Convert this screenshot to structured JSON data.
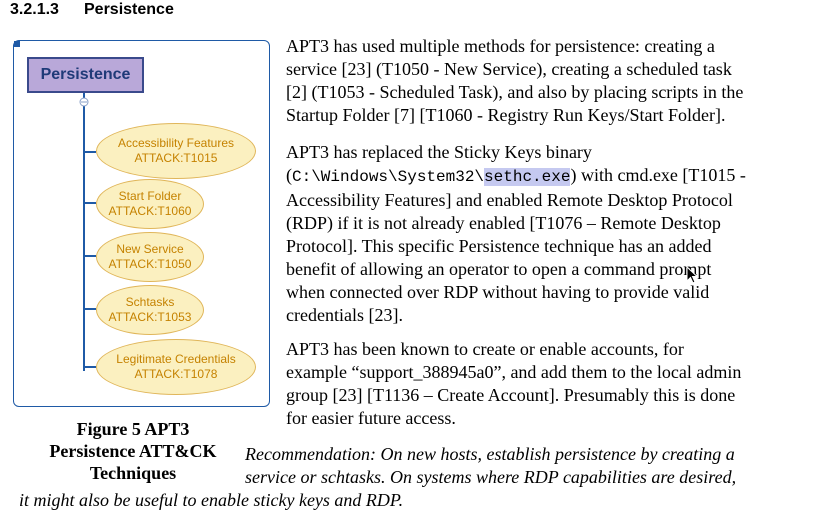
{
  "heading": {
    "number": "3.2.1.3",
    "title": "Persistence"
  },
  "diagram": {
    "root": "Persistence",
    "nodes": [
      {
        "name": "Accessibility Features",
        "id": "ATTACK:T1015"
      },
      {
        "name": "Start Folder",
        "id": "ATTACK:T1060"
      },
      {
        "name": "New Service",
        "id": "ATTACK:T1050"
      },
      {
        "name": "Schtasks",
        "id": "ATTACK:T1053"
      },
      {
        "name": "Legitimate Credentials",
        "id": "ATTACK:T1078"
      }
    ],
    "colors": {
      "root_fill": "#b9a8d9",
      "node_fill": "#fbf0c0",
      "node_text": "#c58200",
      "connector": "#1f5aa6"
    }
  },
  "caption": {
    "line1": "Figure 5 APT3",
    "line2": "Persistence ATT&CK",
    "line3": "Techniques"
  },
  "paragraphs": {
    "p1": [
      "APT3 has used multiple methods for persistence: creating a",
      "service [23] (T1050 - New Service), creating a scheduled task",
      "[2] (T1053 - Scheduled Task), and also by placing scripts in the",
      "Startup Folder [7] [T1060 - Registry Run Keys/Start Folder]."
    ],
    "p2": {
      "line1": "APT3 has replaced the Sticky Keys binary",
      "line2_open": "(",
      "line2_path": "C:\\Windows\\System32\\",
      "line2_exe": "sethc.exe",
      "line2_rest": ") with cmd.exe [T1015 -",
      "rest": [
        "Accessibility Features] and enabled Remote Desktop Protocol",
        "(RDP) if it is not already enabled [T1076 – Remote Desktop",
        "Protocol]. This specific Persistence technique has an added",
        "benefit of allowing an operator to open a command prompt",
        "when connected over RDP without having to provide valid",
        "credentials [23]."
      ]
    },
    "p3": [
      "APT3 has been known to create or enable accounts, for",
      "example “support_388945a0”, and add them to the local admin",
      "group [23] [T1136 – Create Account]. Presumably this is done",
      "for easier future access."
    ]
  },
  "recommendation": {
    "line1": "Recommendation: On new hosts, establish persistence by creating a",
    "line2": "service or schtasks. On systems where RDP capabilities are desired,",
    "line3": "it might also be useful to enable sticky keys and RDP."
  }
}
